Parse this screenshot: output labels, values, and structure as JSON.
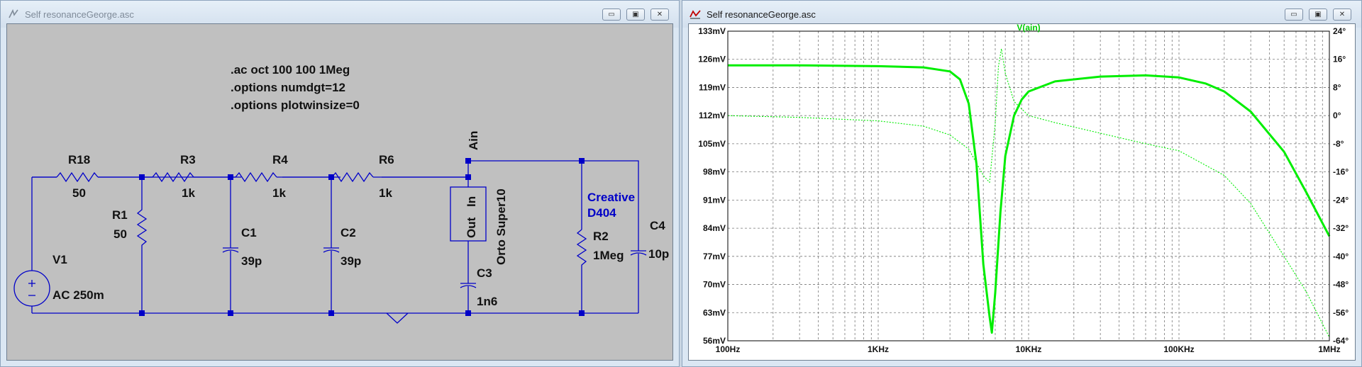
{
  "schematic_window": {
    "title": "Self resonanceGeorge.asc",
    "buttons": [
      "▭",
      "▣",
      "✕"
    ],
    "directives": [
      ".ac oct 100 100 1Meg",
      ".options numdgt=12",
      ".options plotwinsize=0"
    ],
    "net_label": "Ain",
    "source": {
      "name": "V1",
      "value": "AC 250m"
    },
    "resistors": [
      {
        "name": "R18",
        "value": "50"
      },
      {
        "name": "R3",
        "value": "1k"
      },
      {
        "name": "R4",
        "value": "1k"
      },
      {
        "name": "R6",
        "value": "1k"
      },
      {
        "name": "R1",
        "value": "50"
      },
      {
        "name": "R2",
        "value": "1Meg"
      }
    ],
    "capacitors": [
      {
        "name": "C1",
        "value": "39p"
      },
      {
        "name": "C2",
        "value": "39p"
      },
      {
        "name": "C3",
        "value": "1n6"
      },
      {
        "name": "C4",
        "value": "10p"
      }
    ],
    "block": {
      "name": "Orto Super10",
      "pin_in": "In",
      "pin_out": "Out"
    },
    "comment": [
      "Creative",
      "D404"
    ]
  },
  "plot_window": {
    "title": "Self resonanceGeorge.asc",
    "buttons": [
      "▭",
      "▣",
      "✕"
    ],
    "trace_label": "V(ain)",
    "trace_color": "#00ee00"
  },
  "chart_data": {
    "type": "line",
    "title": "V(ain)",
    "x_scale": "log",
    "x_ticks": [
      "100Hz",
      "1KHz",
      "10KHz",
      "100KHz",
      "1MHz"
    ],
    "xlim": [
      100,
      1000000
    ],
    "y_left_ticks": [
      "133mV",
      "126mV",
      "119mV",
      "112mV",
      "105mV",
      "98mV",
      "91mV",
      "84mV",
      "77mV",
      "70mV",
      "63mV",
      "56mV"
    ],
    "ylim_left_mV": [
      56,
      133
    ],
    "y_right_ticks": [
      "24°",
      "16°",
      "8°",
      "0°",
      "-8°",
      "-16°",
      "-24°",
      "-32°",
      "-40°",
      "-48°",
      "-56°",
      "-64°"
    ],
    "ylim_right_deg": [
      -64,
      24
    ],
    "grid": true,
    "series": [
      {
        "style": "solid",
        "axis": "left",
        "unit": "mV",
        "x": [
          100,
          300,
          1000,
          2000,
          3000,
          3500,
          4000,
          4500,
          5000,
          5500,
          5700,
          6000,
          6500,
          7000,
          8000,
          9000,
          10000,
          15000,
          30000,
          60000,
          100000,
          150000,
          200000,
          300000,
          500000,
          700000,
          1000000
        ],
        "y": [
          124.5,
          124.5,
          124.3,
          124.0,
          123.0,
          121.0,
          115.0,
          100.0,
          75.0,
          62.0,
          58.0,
          68.0,
          88.0,
          102.0,
          112.0,
          116.0,
          118.0,
          120.5,
          121.7,
          122.0,
          121.5,
          120.0,
          118.0,
          113.0,
          103.0,
          93.0,
          82.0
        ]
      },
      {
        "style": "dashed",
        "axis": "right",
        "unit": "deg",
        "x": [
          100,
          300,
          1000,
          2000,
          3000,
          4000,
          5000,
          5500,
          6000,
          6300,
          6600,
          7000,
          8000,
          10000,
          15000,
          30000,
          60000,
          100000,
          200000,
          300000,
          500000,
          700000,
          1000000
        ],
        "y": [
          0,
          -0.5,
          -1.5,
          -3,
          -5.5,
          -9.5,
          -17,
          -19,
          -2,
          14,
          19,
          12,
          4,
          0,
          -2,
          -5,
          -8,
          -10,
          -17,
          -25,
          -40,
          -50,
          -63
        ]
      }
    ]
  }
}
